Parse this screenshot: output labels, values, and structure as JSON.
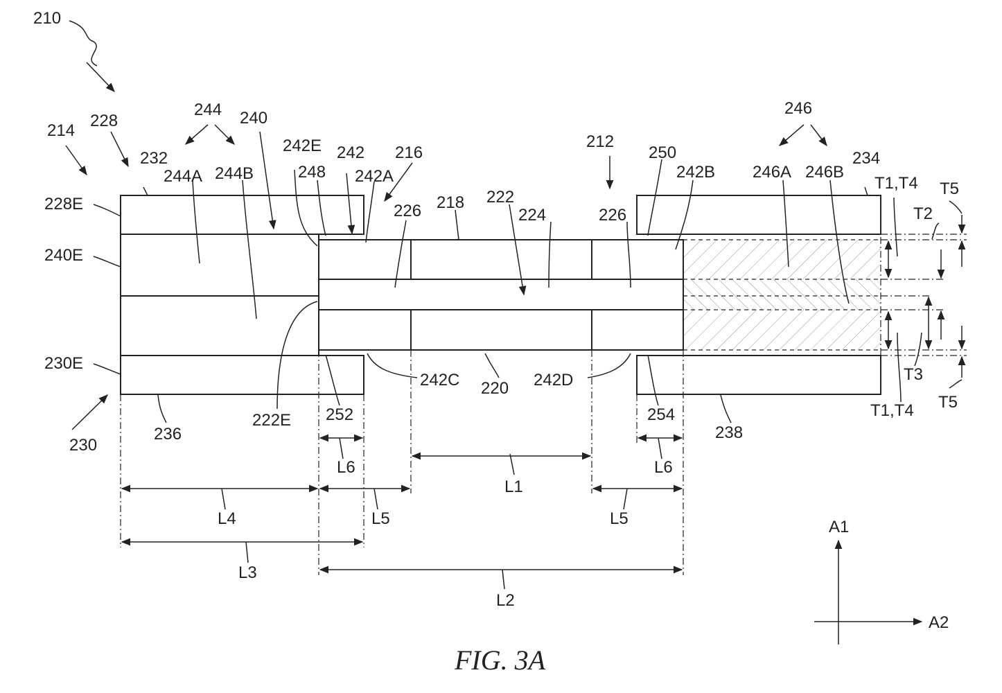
{
  "figure": {
    "caption": "FIG. 3A",
    "labels": {
      "l210": "210",
      "l214": "214",
      "l228": "228",
      "l244": "244",
      "l240": "240",
      "l242E": "242E",
      "l242": "242",
      "l216": "216",
      "l232": "232",
      "l244A": "244A",
      "l244B": "244B",
      "l248": "248",
      "l242A": "242A",
      "l218": "218",
      "l222": "222",
      "l226a": "226",
      "l224": "224",
      "l212": "212",
      "l250": "250",
      "l226b": "226",
      "l242B": "242B",
      "l246": "246",
      "l246A": "246A",
      "l246B": "246B",
      "l234": "234",
      "l228E": "228E",
      "l240E": "240E",
      "l230E": "230E",
      "l230": "230",
      "l236": "236",
      "l222E": "222E",
      "l252": "252",
      "l242C": "242C",
      "l220": "220",
      "l242D": "242D",
      "l254": "254",
      "l238": "238",
      "lT1T4a": "T1,T4",
      "lT5a": "T5",
      "lT2": "T2",
      "lT3": "T3",
      "lT1T4b": "T1,T4",
      "lT5b": "T5",
      "lL1": "L1",
      "lL2": "L2",
      "lL3": "L3",
      "lL4": "L4",
      "lL5a": "L5",
      "lL5b": "L5",
      "lL6a": "L6",
      "lL6b": "L6",
      "lA1": "A1",
      "lA2": "A2"
    }
  }
}
